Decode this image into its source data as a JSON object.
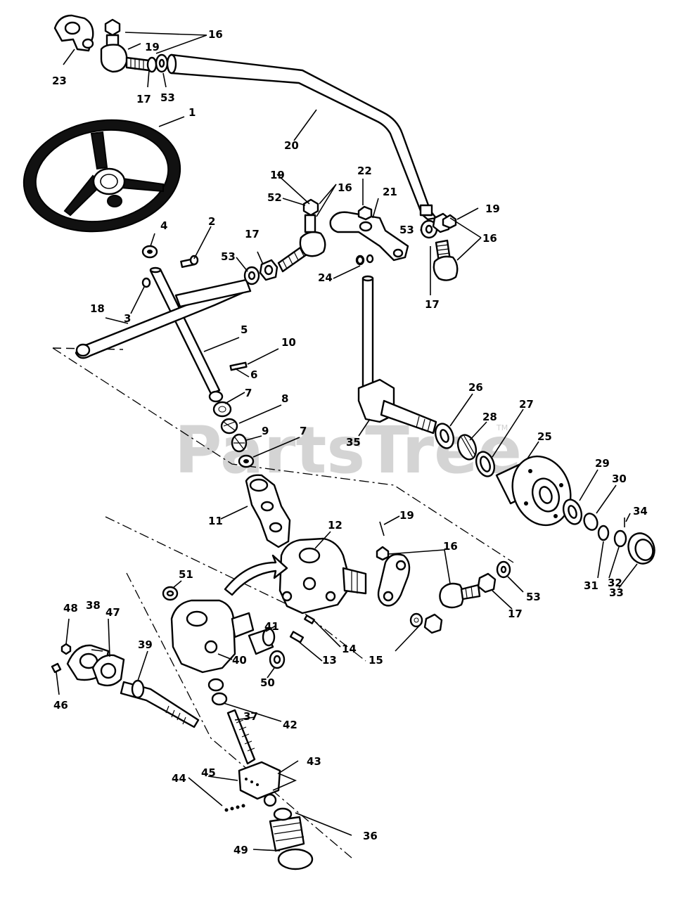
{
  "watermark": {
    "text": "PartsTree",
    "mark": "TM"
  },
  "callouts": {
    "c1": "1",
    "c2": "2",
    "c3": "3",
    "c4": "4",
    "c5": "5",
    "c6": "6",
    "c7a": "7",
    "c7b": "7",
    "c8": "8",
    "c9": "9",
    "c10": "10",
    "c11": "11",
    "c12": "12",
    "c13": "13",
    "c14": "14",
    "c15": "15",
    "c16a": "16",
    "c16b": "16",
    "c16c": "16",
    "c16d": "16",
    "c17a": "17",
    "c17b": "17",
    "c17c": "17",
    "c17d": "17",
    "c18": "18",
    "c19a": "19",
    "c19b": "19",
    "c19c": "19",
    "c19d": "19",
    "c20": "20",
    "c21": "21",
    "c22": "22",
    "c23": "23",
    "c24": "24",
    "c25": "25",
    "c26": "26",
    "c27": "27",
    "c28": "28",
    "c29": "29",
    "c30": "30",
    "c31": "31",
    "c32": "32",
    "c33": "33",
    "c34": "34",
    "c35": "35",
    "c36": "36",
    "c37": "37",
    "c38": "38",
    "c39": "39",
    "c40": "40",
    "c41": "41",
    "c42": "42",
    "c43": "43",
    "c44": "44",
    "c45": "45",
    "c46": "46",
    "c47": "47",
    "c48": "48",
    "c49": "49",
    "c50": "50",
    "c51": "51",
    "c52": "52",
    "c53a": "53",
    "c53b": "53",
    "c53c": "53",
    "c53d": "53"
  }
}
